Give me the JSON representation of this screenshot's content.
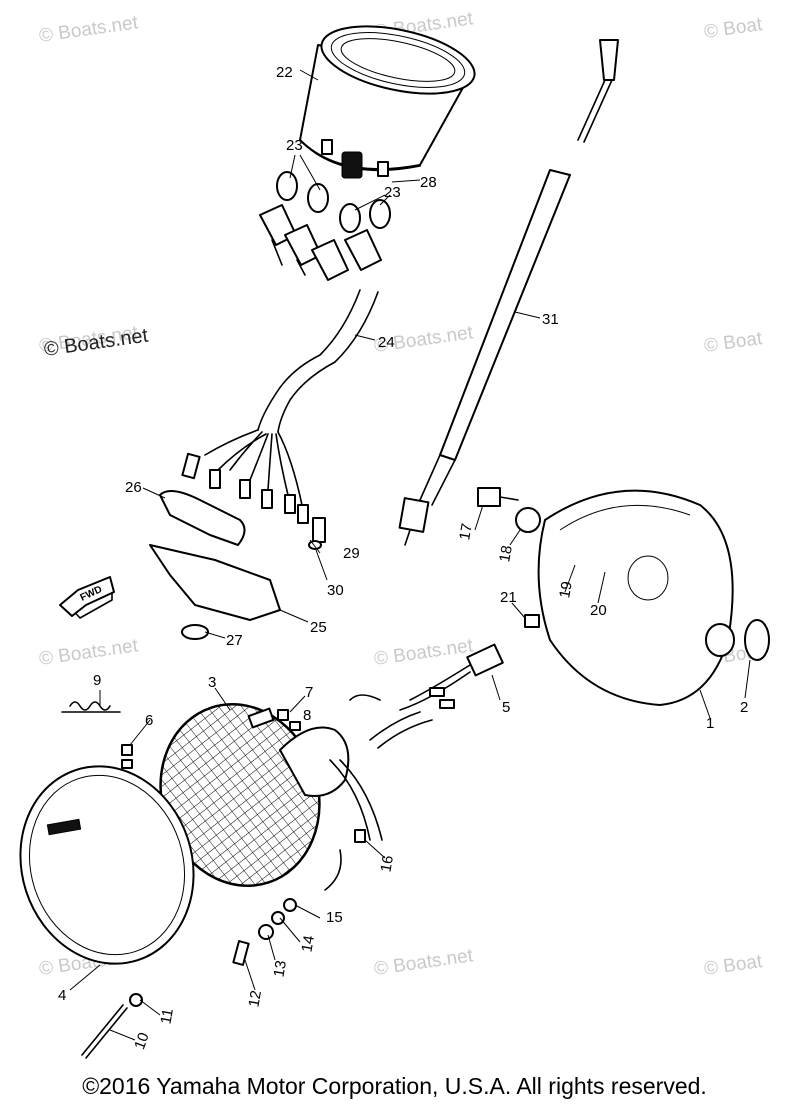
{
  "watermarks": [
    {
      "text": "© Boats.net"
    },
    {
      "text": "© Boats.net"
    },
    {
      "text": "© Boat"
    },
    {
      "text": "© Boats.net"
    },
    {
      "text": "© Boats.net"
    },
    {
      "text": "© Boat"
    },
    {
      "text": "© Boats.net"
    },
    {
      "text": "© Boats.net"
    },
    {
      "text": "© Boat"
    },
    {
      "text": "© Boats.net"
    },
    {
      "text": "© Boats.net"
    },
    {
      "text": "© Boat"
    }
  ],
  "watermark_prominent": "© Boats.net",
  "fwd_label": "FWD",
  "callouts": [
    "1",
    "2",
    "3",
    "4",
    "5",
    "6",
    "7",
    "8",
    "9",
    "10",
    "11",
    "12",
    "13",
    "14",
    "15",
    "16",
    "17",
    "18",
    "19",
    "20",
    "21",
    "22",
    "23",
    "23",
    "24",
    "25",
    "26",
    "27",
    "28",
    "29",
    "30",
    "31"
  ],
  "copyright": "©2016 Yamaha Motor Corporation, U.S.A. All rights reserved."
}
